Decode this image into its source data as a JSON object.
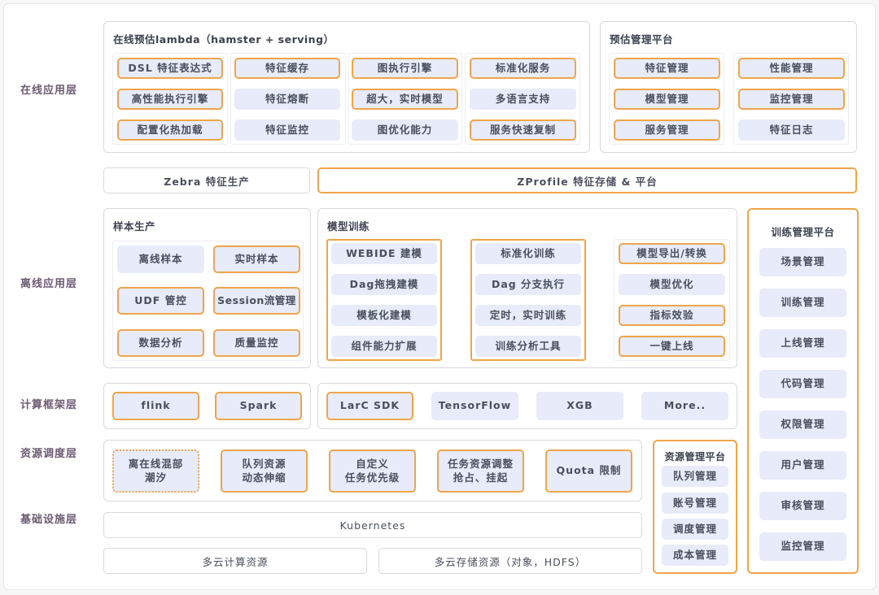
{
  "layers": {
    "online": "在线应用层",
    "offline": "离线应用层",
    "compute": "计算框架层",
    "scheduling": "资源调度层",
    "infra": "基础设施层"
  },
  "online_serving": {
    "title": "在线预估lambda（hamster + serving）",
    "columns": [
      [
        "DSL 特征表达式",
        "高性能执行引擎",
        "配置化热加载"
      ],
      [
        "特征缓存",
        "特征熔断",
        "特征监控"
      ],
      [
        "图执行引擎",
        "超大，实时模型",
        "图优化能力"
      ],
      [
        "标准化服务",
        "多语言支持",
        "服务快速复制"
      ]
    ]
  },
  "serving_mgmt": {
    "title": "预估管理平台",
    "columns": [
      [
        "特征管理",
        "模型管理",
        "服务管理"
      ],
      [
        "性能管理",
        "监控管理",
        "特征日志"
      ]
    ]
  },
  "feature_bar": {
    "zebra": "Zebra 特征生产",
    "zprofile": "ZProfile 特征存储 & 平台"
  },
  "sample_production": {
    "title": "样本生产",
    "items": [
      "离线样本",
      "实时样本",
      "UDF 管控",
      "Session流管理",
      "数据分析",
      "质量监控"
    ]
  },
  "model_training": {
    "title": "模型训练",
    "columns": [
      [
        "WEBIDE 建模",
        "Dag拖拽建模",
        "模板化建模",
        "组件能力扩展"
      ],
      [
        "标准化训练",
        "Dag 分支执行",
        "定时，实时训练",
        "训练分析工具"
      ],
      [
        "模型导出/转换",
        "模型优化",
        "指标效验",
        "一键上线"
      ]
    ]
  },
  "training_mgmt": {
    "title": "训练管理平台",
    "items": [
      "场景管理",
      "训练管理",
      "上线管理",
      "代码管理",
      "权限管理",
      "用户管理",
      "审核管理",
      "监控管理"
    ]
  },
  "compute": {
    "left": [
      "flink",
      "Spark"
    ],
    "right": [
      "LarC SDK",
      "TensorFlow",
      "XGB",
      "More.."
    ]
  },
  "scheduling": {
    "items": [
      [
        "离在线混部",
        "潮汐"
      ],
      [
        "队列资源",
        "动态伸缩"
      ],
      [
        "自定义",
        "任务优先级"
      ],
      [
        "任务资源调整",
        "抢占、挂起"
      ],
      [
        "Quota 限制"
      ]
    ]
  },
  "resource_mgmt": {
    "title": "资源管理平台",
    "items": [
      "队列管理",
      "账号管理",
      "调度管理",
      "成本管理"
    ]
  },
  "infra": {
    "k8s": "Kubernetes",
    "compute": "多云计算资源",
    "storage": "多云存储资源（对象，HDFS）"
  },
  "colors": {
    "accent_orange": "#efa54a",
    "chip_bg": "#e7ebfa",
    "border_gray": "#d9d9de",
    "label_purple": "#6b5a72"
  }
}
